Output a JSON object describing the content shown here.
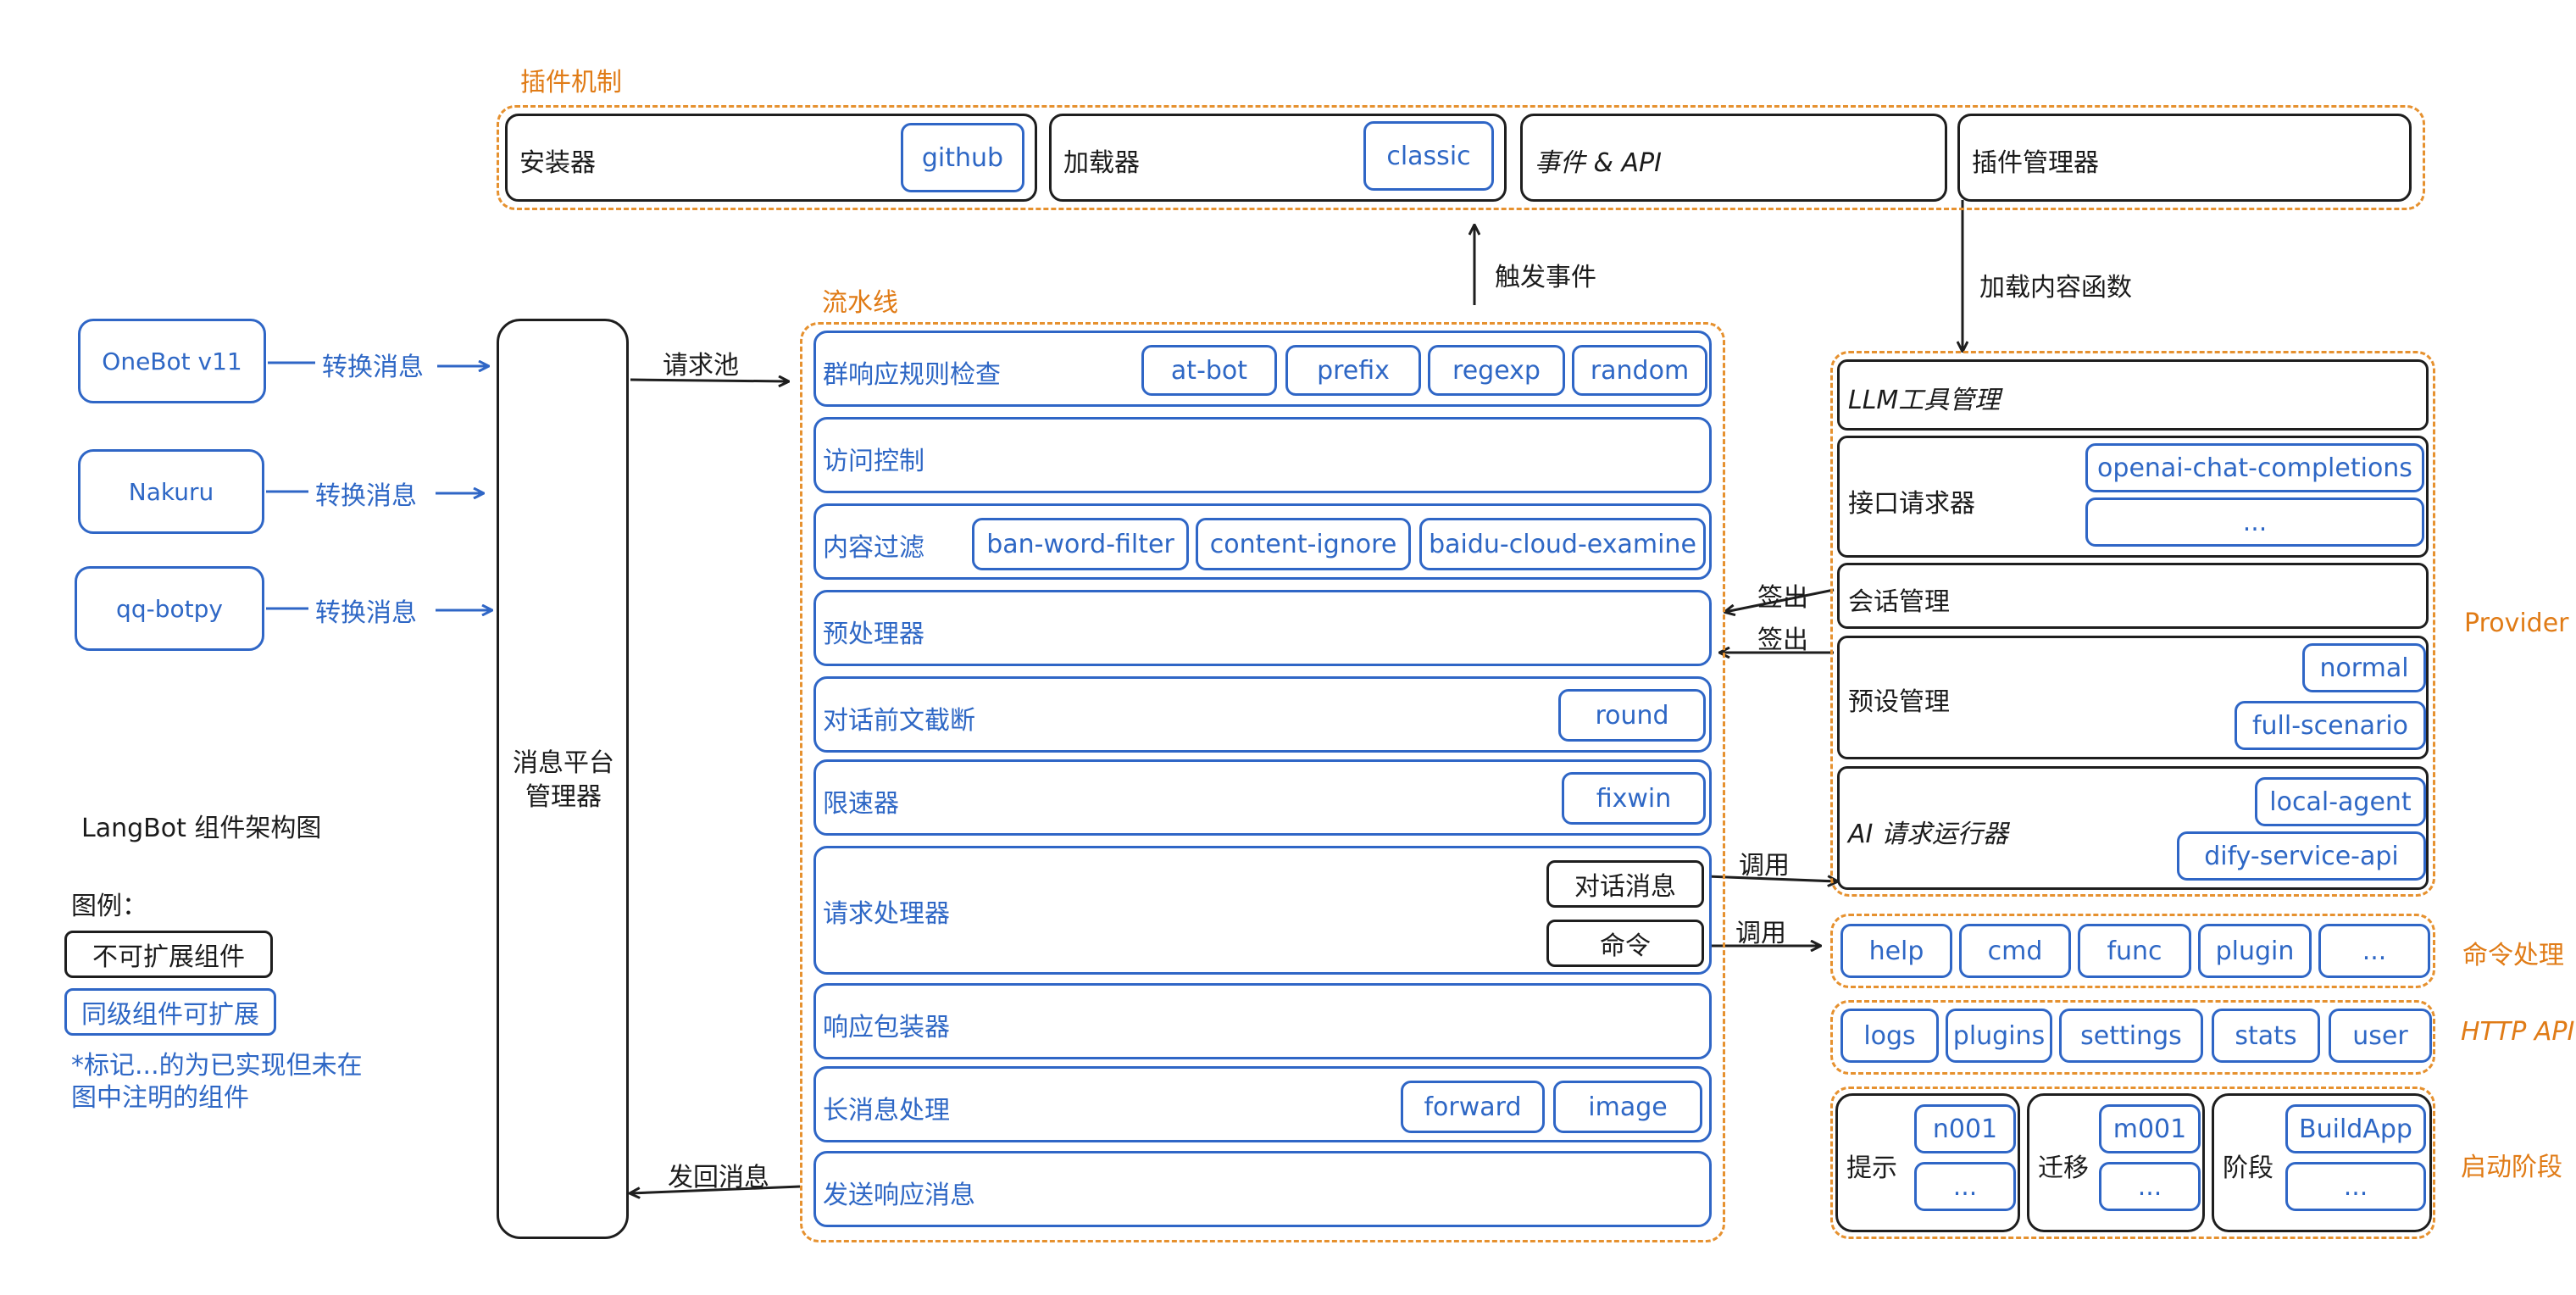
{
  "plugin": {
    "title": "插件机制",
    "installer": "安装器",
    "installer_tag": "github",
    "loader": "加载器",
    "loader_tag": "classic",
    "events": "事件 & API",
    "manager": "插件管理器"
  },
  "edges": {
    "trigger": "触发事件",
    "load": "加载内容函数",
    "request_pool": "请求池",
    "send_back": "发回消息",
    "convert": "转换消息",
    "checkout": "签出",
    "invoke": "调用"
  },
  "adapters": [
    "OneBot v11",
    "Nakuru",
    "qq-botpy"
  ],
  "platform_manager": "消息平台管理器",
  "pipeline": {
    "title": "流水线",
    "stages": [
      {
        "label": "群响应规则检查",
        "tags": [
          "at-bot",
          "prefix",
          "regexp",
          "random"
        ]
      },
      {
        "label": "访问控制",
        "tags": []
      },
      {
        "label": "内容过滤",
        "tags": [
          "ban-word-filter",
          "content-ignore",
          "baidu-cloud-examine"
        ]
      },
      {
        "label": "预处理器",
        "tags": []
      },
      {
        "label": "对话前文截断",
        "tags": [
          "round"
        ]
      },
      {
        "label": "限速器",
        "tags": [
          "fixwin"
        ]
      },
      {
        "label": "请求处理器",
        "tags": []
      },
      {
        "label": "响应包装器",
        "tags": []
      },
      {
        "label": "长消息处理",
        "tags": [
          "forward",
          "image"
        ]
      },
      {
        "label": "发送响应消息",
        "tags": []
      }
    ],
    "chat_msg": "对话消息",
    "command": "命令"
  },
  "provider": {
    "title": "Provider",
    "llm_tool": "LLM工具管理",
    "requester": "接口请求器",
    "requester_tags": [
      "openai-chat-completions",
      "..."
    ],
    "session": "会话管理",
    "preset": "预设管理",
    "preset_tags": [
      "normal",
      "full-scenario"
    ],
    "runner": "AI 请求运行器",
    "runner_tags": [
      "local-agent",
      "dify-service-api"
    ]
  },
  "command": {
    "title": "命令处理",
    "items": [
      "help",
      "cmd",
      "func",
      "plugin",
      "..."
    ]
  },
  "http_api": {
    "title": "HTTP API",
    "items": [
      "logs",
      "plugins",
      "settings",
      "stats",
      "user"
    ]
  },
  "boot": {
    "title": "启动阶段",
    "hint": "提示",
    "hint_tags": [
      "n001",
      "..."
    ],
    "migrate": "迁移",
    "migrate_tags": [
      "m001",
      "..."
    ],
    "stage": "阶段",
    "stage_tags": [
      "BuildApp",
      "..."
    ]
  },
  "legend": {
    "title": "LangBot 组件架构图",
    "legend_label": "图例：",
    "non_ext": "不可扩展组件",
    "ext": "同级组件可扩展",
    "note_line1": "*标记...的为已实现但未在",
    "note_line2": "图中注明的组件"
  },
  "colors": {
    "orange": "#e6912f",
    "blue": "#2f66c6",
    "black": "#1e1e1e"
  }
}
